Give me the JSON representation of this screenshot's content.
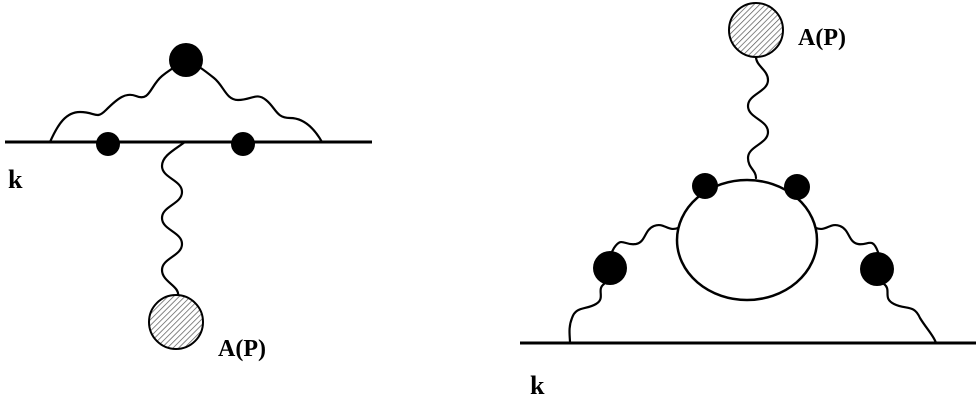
{
  "diagram_left": {
    "momentum_label": "k",
    "source_label": "A(P)"
  },
  "diagram_right": {
    "momentum_label": "k",
    "source_label": "A(P)"
  },
  "colors": {
    "ink": "#000000",
    "blob_fill": "#ffffff",
    "hatch": "#555555"
  }
}
